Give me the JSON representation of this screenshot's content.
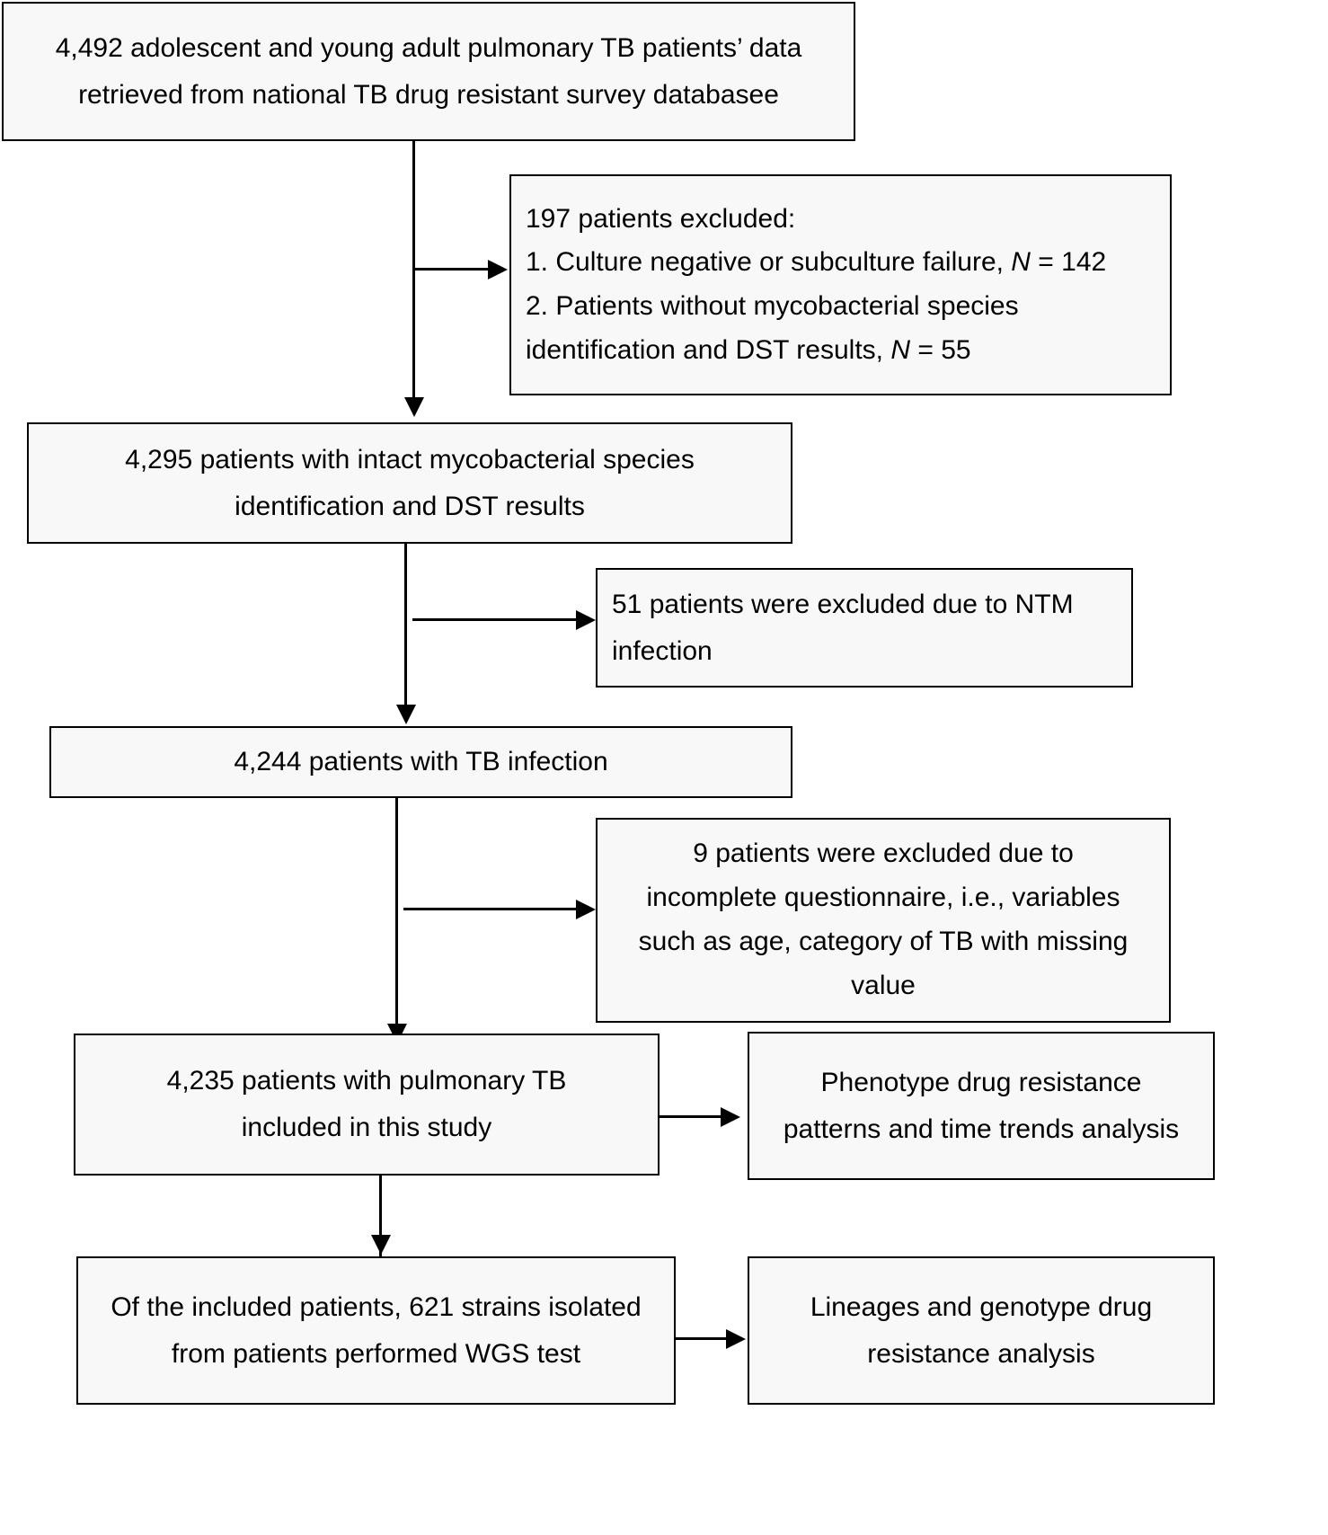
{
  "figure": {
    "type": "flowchart",
    "orientation": "top-to-bottom",
    "subject": "Patient selection flow for adolescent and young adult pulmonary TB study"
  },
  "nodes": {
    "source": {
      "id": "source-cohort",
      "line1": "4,492 adolescent and young adult pulmonary TB patients’ data",
      "line2": "retrieved from national TB drug resistant survey databasee"
    },
    "excluded_197": {
      "id": "excluded-197",
      "line1": "197 patients excluded:",
      "line2_pre": "1. Culture negative or subculture failure, ",
      "line2_var": "N",
      "line2_post": " = 142",
      "line3": "2. Patients without mycobacterial species",
      "line4_pre": "identification and DST results, ",
      "line4_var": "N",
      "line4_post": " = 55"
    },
    "intact_4295": {
      "id": "intact-4295",
      "line1": "4,295 patients with intact mycobacterial species",
      "line2": "identification and DST results"
    },
    "excluded_ntm": {
      "id": "excluded-ntm-51",
      "line1": "51 patients were excluded due to NTM",
      "line2": "infection"
    },
    "tb_4244": {
      "id": "tb-infection-4244",
      "line1": "4,244 patients with TB infection"
    },
    "excluded_questionnaire": {
      "id": "excluded-questionnaire-9",
      "line1": "9 patients were excluded due to",
      "line2": "incomplete questionnaire, i.e., variables",
      "line3": "such as age, category of TB with missing",
      "line4": "value"
    },
    "included_4235": {
      "id": "included-4235",
      "line1": "4,235 patients with pulmonary TB",
      "line2": "included in this study"
    },
    "phenotype_analysis": {
      "id": "phenotype-analysis",
      "line1": "Phenotype drug resistance",
      "line2": "patterns and time trends analysis"
    },
    "wgs_621": {
      "id": "wgs-621",
      "line1": "Of the included patients, 621 strains isolated",
      "line2": "from patients performed WGS test"
    },
    "lineage_analysis": {
      "id": "lineage-analysis",
      "line1": "Lineages and genotype drug",
      "line2": "resistance analysis"
    }
  },
  "counts": {
    "retrieved": "4,492",
    "excluded_total": "197",
    "excluded_culture_negative": "142",
    "excluded_no_dst": "55",
    "intact": "4,295",
    "excluded_ntm": "51",
    "tb_infection": "4,244",
    "excluded_questionnaire": "9",
    "included": "4,235",
    "wgs_strains": "621"
  },
  "colors": {
    "border": "#000000",
    "text": "#000000",
    "box_fill": "#f8f8f8",
    "background": "#ffffff"
  }
}
